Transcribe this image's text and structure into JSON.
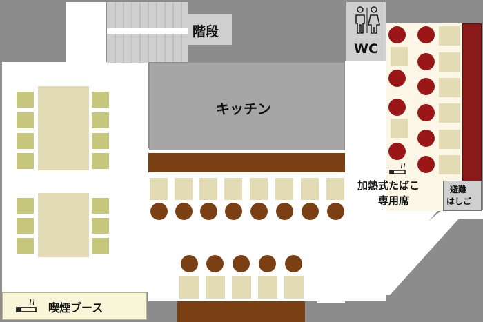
{
  "labels": {
    "stairs": "階段",
    "kitchen": "キッチン",
    "wc": "WC",
    "heated_tobacco": "加熱式たばこ",
    "dedicated_seats": "専用席",
    "escape_ladder_1": "避難",
    "escape_ladder_2": "はしご",
    "smoking_booth": "喫煙ブース"
  },
  "icons": {
    "wc": "restroom-icon",
    "heated_tobacco": "heated-tobacco-icon",
    "smoking": "cigarette-icon"
  },
  "colors": {
    "wall": "#8c8c8c",
    "floor": "#ffffff",
    "kitchen": "#a6a6a6",
    "stairs": "#cfcfcf",
    "counter": "#7a3f12",
    "stool": "#7a3f12",
    "seat": "#e3dbb4",
    "chair": "#c6c77d",
    "table": "#e3dbb4",
    "booth_stool": "#9b1616",
    "booth_wall": "#8a1a1a",
    "booth_bg": "#fbf6e6",
    "smoking_booth_bg": "#f8f5d9"
  }
}
